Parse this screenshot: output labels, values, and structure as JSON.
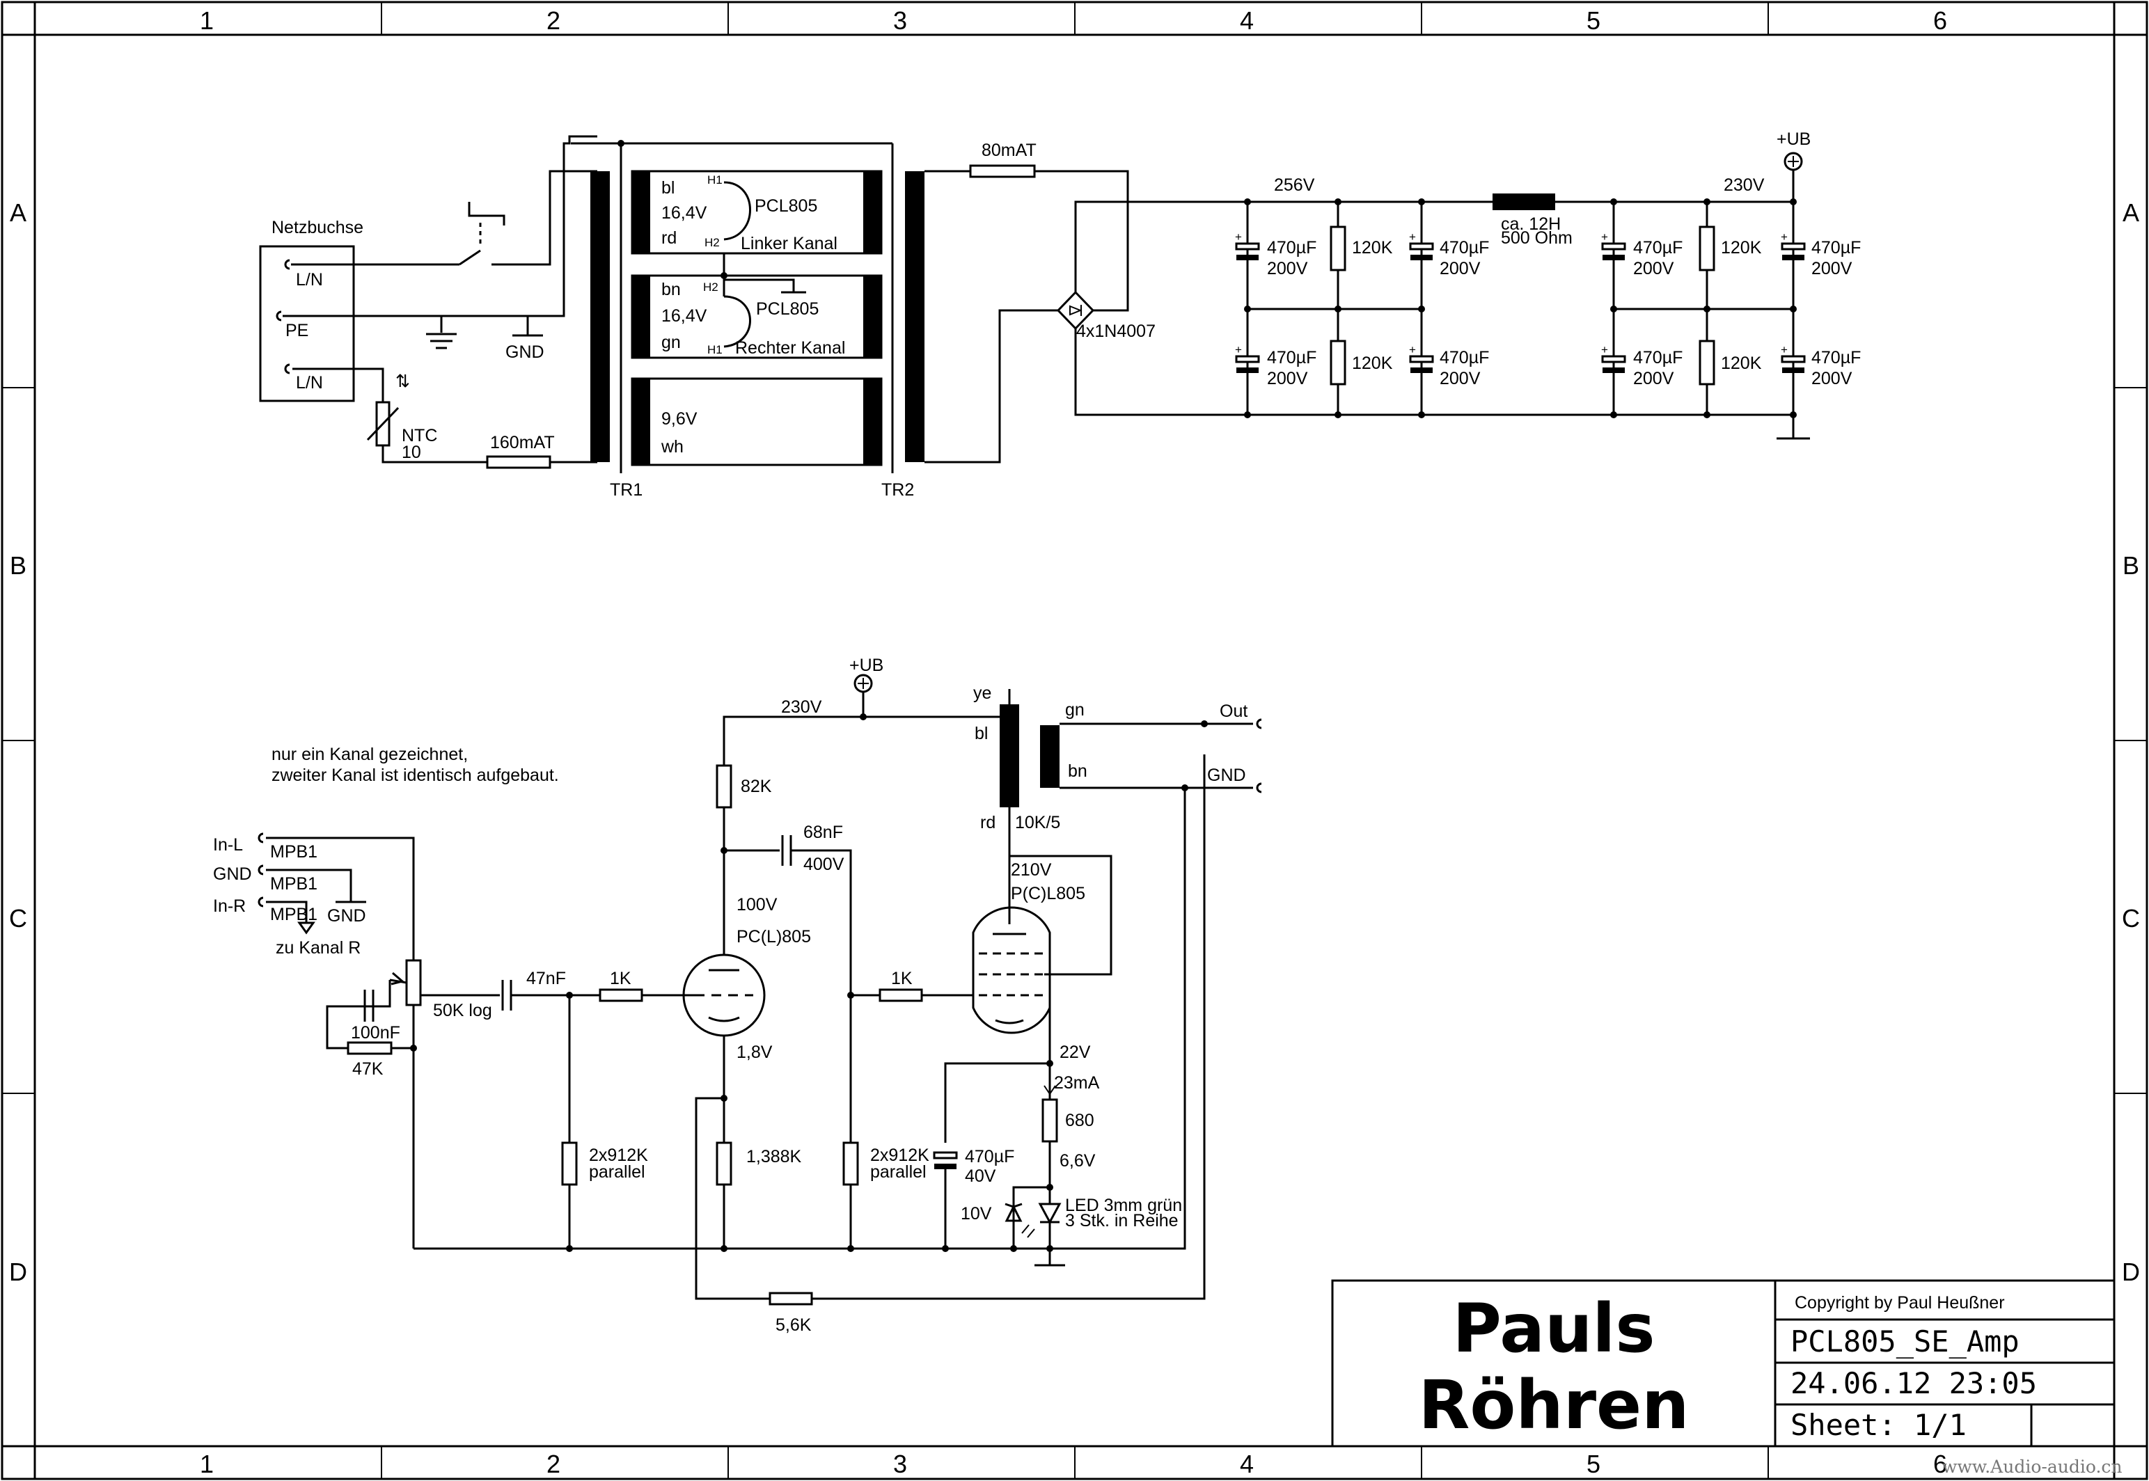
{
  "frame": {
    "columns": [
      "1",
      "2",
      "3",
      "4",
      "5",
      "6"
    ],
    "rows": [
      "A",
      "B",
      "C",
      "D"
    ]
  },
  "power_supply": {
    "mains_socket": {
      "title": "Netzbuchse",
      "pin1": "L/N",
      "pin2": "PE",
      "pin3": "L/N"
    },
    "gnd": "GND",
    "ntc": {
      "name": "NTC",
      "value": "10"
    },
    "fuse_primary": "160mAT",
    "tr1": {
      "name": "TR1",
      "w1": {
        "color1": "bl",
        "voltage": "16,4V",
        "color2": "rd",
        "h1": "H1",
        "h2": "H2",
        "tube": "PCL805",
        "channel": "Linker Kanal"
      },
      "w2": {
        "color1": "bn",
        "voltage": "16,4V",
        "color2": "gn",
        "h1": "H1",
        "h2": "H2",
        "tube": "PCL805",
        "channel": "Rechter Kanal"
      },
      "w3": {
        "voltage": "9,6V",
        "color": "wh"
      }
    },
    "tr2": "TR2",
    "fuse_secondary": "80mAT",
    "rectifier": "4x1N4007",
    "v1": "256V",
    "v2": "230V",
    "ub": "+UB",
    "choke": {
      "l": "ca. 12H",
      "r": "500 Ohm"
    },
    "cap": {
      "value": "470µF",
      "voltage": "200V"
    },
    "res": "120K",
    "plus": "+"
  },
  "amp": {
    "note1": "nur ein Kanal gezeichnet,",
    "note2": "zweiter Kanal ist identisch aufgebaut.",
    "inputs": {
      "in_l": "In-L",
      "gnd": "GND",
      "in_r": "In-R",
      "mpb": "MPB1",
      "gnd2": "GND",
      "to_r": "zu Kanal R"
    },
    "pot": "50K log",
    "c_100n": "100nF",
    "r_47k": "47K",
    "c_47n": "47nF",
    "r_1k": "1K",
    "r_1k_b": "1K",
    "ub": "+UB",
    "v230": "230V",
    "r_82k": "82K",
    "c_68n": {
      "value": "68nF",
      "voltage": "400V"
    },
    "v100": "100V",
    "triode": "PC(L)805",
    "v18": "1,8V",
    "r_912k": {
      "value": "2x912K",
      "note": "parallel"
    },
    "r_912k_b": {
      "value": "2x912K",
      "note": "parallel"
    },
    "r_1388": "1,388K",
    "r_56k": "5,6K",
    "ot": {
      "ye": "ye",
      "bl": "bl",
      "rd": "rd",
      "gn": "gn",
      "bn": "bn",
      "ratio": "10K/5"
    },
    "out": "Out",
    "gnd_out": "GND",
    "v210": "210V",
    "pentode": "P(C)L805",
    "v22": "22V",
    "i23": "23mA",
    "r_680": "680",
    "c_470": {
      "value": "470µF",
      "voltage": "40V"
    },
    "v66": "6,6V",
    "zener": "10V",
    "led1": "LED 3mm grün",
    "led2": "3 Stk. in Reihe"
  },
  "title_block": {
    "logo1": "Pauls",
    "logo2": "Röhren",
    "copyright": "Copyright by Paul Heußner",
    "name": "PCL805_SE_Amp",
    "date": "24.06.12 23:05",
    "sheet": "Sheet: 1/1"
  },
  "watermark": "www.Audio-audio.cn"
}
